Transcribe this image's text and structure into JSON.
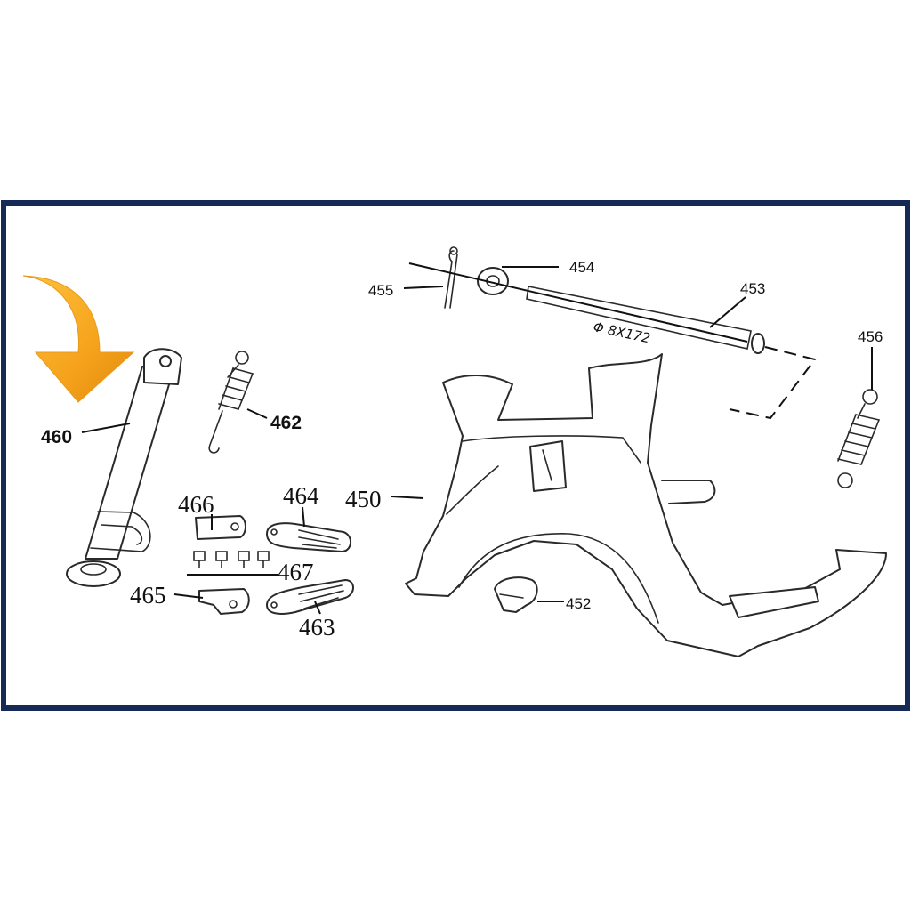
{
  "diagram": {
    "parts": [
      {
        "id": "460",
        "label": "460"
      },
      {
        "id": "462",
        "label": "462"
      },
      {
        "id": "466",
        "label": "466"
      },
      {
        "id": "464",
        "label": "464"
      },
      {
        "id": "467",
        "label": "467"
      },
      {
        "id": "465",
        "label": "465"
      },
      {
        "id": "463",
        "label": "463"
      },
      {
        "id": "455",
        "label": "455"
      },
      {
        "id": "454",
        "label": "454"
      },
      {
        "id": "453",
        "label": "453"
      },
      {
        "id": "456",
        "label": "456"
      },
      {
        "id": "450",
        "label": "450"
      },
      {
        "id": "452",
        "label": "452"
      }
    ],
    "shaft_dimension": "Φ 8X172",
    "highlight": {
      "part": "460",
      "color": "#f2a31b",
      "icon": "arrow-down-icon"
    },
    "frame_color": "#152a55"
  }
}
